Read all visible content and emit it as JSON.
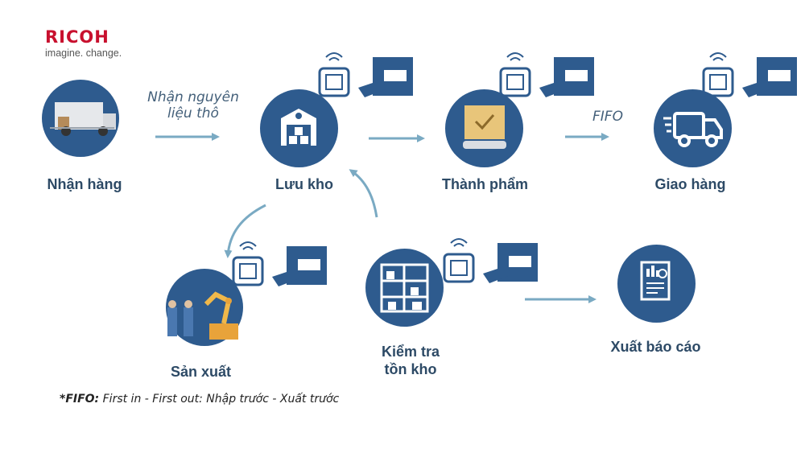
{
  "brand": {
    "name": "RICOH",
    "tagline": "imagine. change."
  },
  "nodes": [
    {
      "id": "receive",
      "label": "Nhận hàng",
      "icon": "truck-icon"
    },
    {
      "id": "store",
      "label": "Lưu kho",
      "icon": "warehouse-icon"
    },
    {
      "id": "finished",
      "label": "Thành phẩm",
      "icon": "box-icon"
    },
    {
      "id": "deliver",
      "label": "Giao hàng",
      "icon": "delivery-truck-icon"
    },
    {
      "id": "produce",
      "label": "Sản xuất",
      "icon": "factory-robot-icon"
    },
    {
      "id": "inventory",
      "label": "Kiểm tra tồn kho",
      "label_line1": "Kiểm tra",
      "label_line2": "tồn kho",
      "icon": "shelves-icon"
    },
    {
      "id": "report",
      "label": "Xuất báo cáo",
      "icon": "report-icon"
    }
  ],
  "edges": [
    {
      "from": "receive",
      "to": "store",
      "label_line1": "Nhận nguyên",
      "label_line2": "liệu thô"
    },
    {
      "from": "store",
      "to": "finished",
      "label": ""
    },
    {
      "from": "finished",
      "to": "deliver",
      "label": "FIFO"
    },
    {
      "from": "store",
      "to": "produce",
      "label": ""
    },
    {
      "from": "inventory",
      "to": "store",
      "label": ""
    },
    {
      "from": "inventory",
      "to": "report",
      "label": ""
    }
  ],
  "footnote": {
    "term": "*FIFO:",
    "text": " First in - First out: Nhập trước - Xuất trước"
  },
  "colors": {
    "circle": "#2e5b8e",
    "arrow": "#7aaac3",
    "label": "#2d4a66",
    "brand": "#c8102e"
  }
}
